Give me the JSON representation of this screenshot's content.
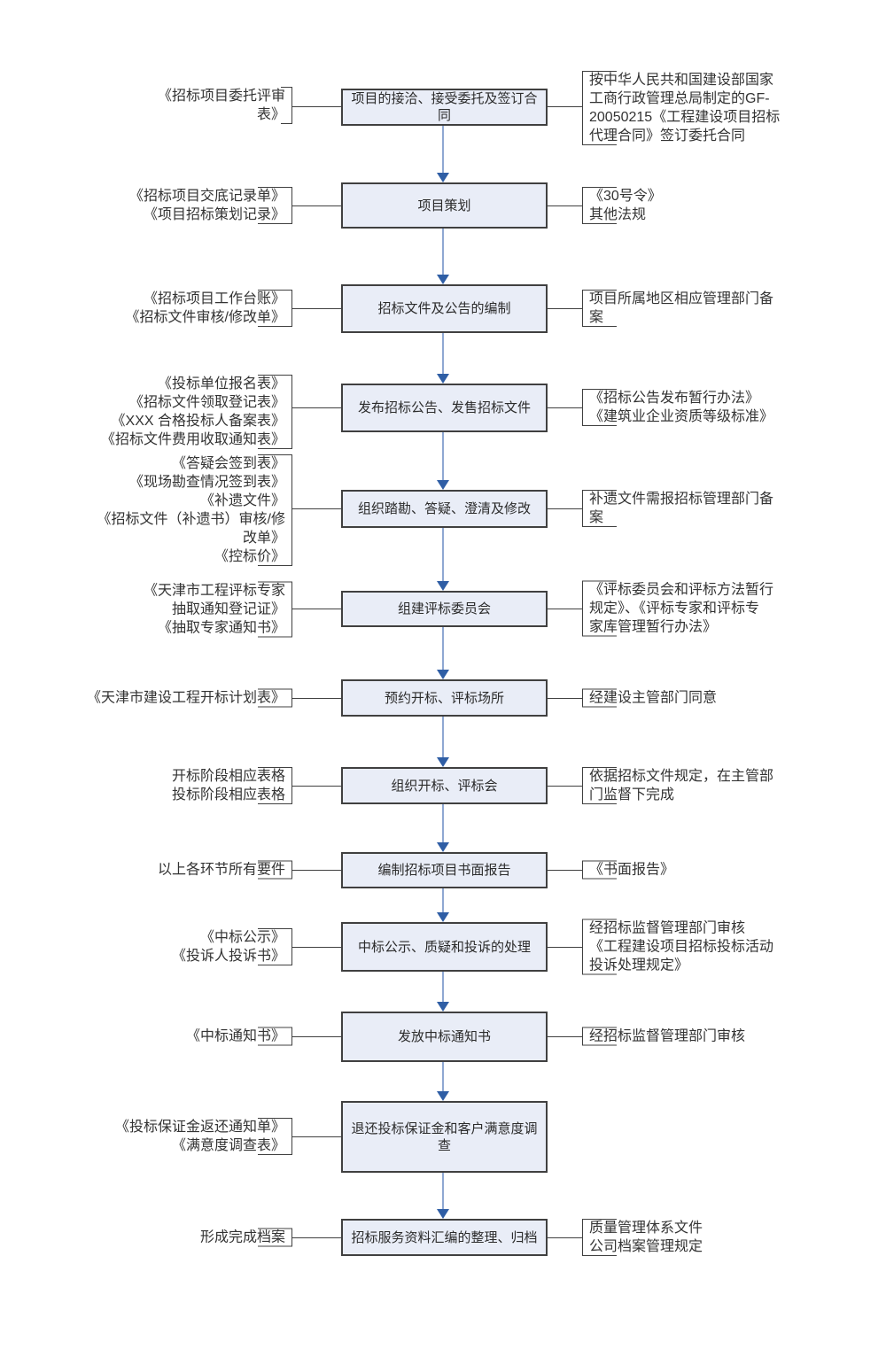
{
  "diagram": {
    "colors": {
      "box_fill": "#e9edf7",
      "box_border": "#404040",
      "connector_line": "#404040",
      "arrow_line": "#8fa8d2",
      "arrow_head": "#2f5ea5",
      "text": "#333333"
    },
    "steps": [
      {
        "box": "项目的接洽、接受委托及签订合\n同",
        "left": "《招标项目委托评审\n表》",
        "right": "按中华人民共和国建设部国家\n工商行政管理总局制定的GF-\n20050215《工程建设项目招标\n代理合同》签订委托合同"
      },
      {
        "box": "项目策划",
        "left": "《招标项目交底记录单》\n《项目招标策划记录》",
        "right": "《30号令》\n其他法规"
      },
      {
        "box": "招标文件及公告的编制",
        "left": "《招标项目工作台账》\n《招标文件审核/修改单》",
        "right": "项目所属地区相应管理部门备\n案"
      },
      {
        "box": "发布招标公告、发售招标文件",
        "left": "《投标单位报名表》\n《招标文件领取登记表》\n《XXX 合格投标人备案表》\n《招标文件费用收取通知表》",
        "right": "《招标公告发布暂行办法》\n《建筑业企业资质等级标准》"
      },
      {
        "box": "组织踏勘、答疑、澄清及修改",
        "left": "《答疑会签到表》\n《现场勘查情况签到表》\n《补遗文件》\n《招标文件（补遗书）审核/修\n改单》\n《控标价》",
        "right": "补遗文件需报招标管理部门备\n案"
      },
      {
        "box": "组建评标委员会",
        "left": "《天津市工程评标专家\n抽取通知登记证》\n《抽取专家通知书》",
        "right": "《评标委员会和评标方法暂行\n规定》、《评标专家和评标专\n家库管理暂行办法》"
      },
      {
        "box": "预约开标、评标场所",
        "left": "《天津市建设工程开标计划表》",
        "right": "经建设主管部门同意"
      },
      {
        "box": "组织开标、评标会",
        "left": "开标阶段相应表格\n投标阶段相应表格",
        "right": "依据招标文件规定，在主管部\n门监督下完成"
      },
      {
        "box": "编制招标项目书面报告",
        "left": "以上各环节所有要件",
        "right": "《书面报告》"
      },
      {
        "box": "中标公示、质疑和投诉的处理",
        "left": "《中标公示》\n《投诉人投诉书》",
        "right": "经招标监督管理部门审核\n《工程建设项目招标投标活动\n投诉处理规定》"
      },
      {
        "box": "发放中标通知书",
        "left": "《中标通知书》",
        "right": "经招标监督管理部门审核"
      },
      {
        "box": "退还投标保证金和客户满意度调\n查",
        "left": "《投标保证金返还通知单》\n《满意度调查表》",
        "right": ""
      },
      {
        "box": "招标服务资料汇编的整理、归档",
        "left": "形成完成档案",
        "right": "质量管理体系文件\n公司档案管理规定"
      }
    ]
  }
}
